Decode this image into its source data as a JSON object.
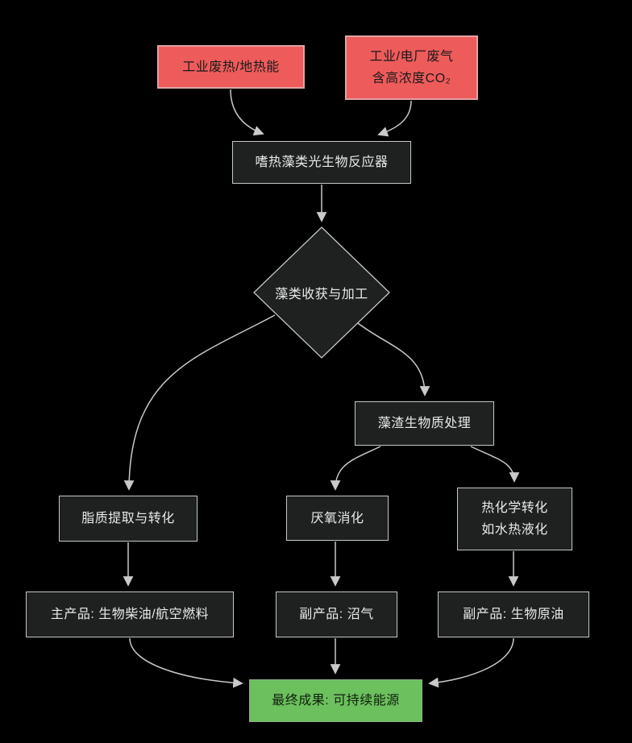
{
  "diagram": {
    "type": "flowchart",
    "direction": "top-down",
    "background_color": "#000000",
    "edge_color": "#c9c9c9",
    "colors": {
      "input_node_fill": "#ee5b5b",
      "input_node_border": "#e2a3a3",
      "input_node_text": "#1a1a1a",
      "process_node_fill": "#1f2121",
      "process_node_border": "#c6c8c8",
      "process_node_text": "#e8eaea",
      "result_node_fill": "#6cc05e",
      "result_node_border": "#8fae8a",
      "result_node_text": "#10200d"
    },
    "nodes": {
      "heat": {
        "label": "工业废热/地热能",
        "shape": "rect",
        "style": "red"
      },
      "fluegas": {
        "line1": "工业/电厂废气",
        "line2": "含高浓度CO₂",
        "shape": "rect",
        "style": "red"
      },
      "pbr": {
        "label": "嗜热藻类光生物反应器",
        "shape": "rect",
        "style": "dark"
      },
      "harvest": {
        "label": "藻类收获与加工",
        "shape": "diamond",
        "style": "dark"
      },
      "residue": {
        "label": "藻渣生物质处理",
        "shape": "rect",
        "style": "dark"
      },
      "lipid": {
        "label": "脂质提取与转化",
        "shape": "rect",
        "style": "dark"
      },
      "anaerobic": {
        "label": "厌氧消化",
        "shape": "rect",
        "style": "dark"
      },
      "thermochem": {
        "line1": "热化学转化",
        "line2": "如水热液化",
        "shape": "rect",
        "style": "dark"
      },
      "main_product": {
        "label": "主产品: 生物柴油/航空燃料",
        "shape": "rect",
        "style": "dark"
      },
      "biogas": {
        "label": "副产品: 沼气",
        "shape": "rect",
        "style": "dark"
      },
      "biocrude": {
        "label": "副产品: 生物原油",
        "shape": "rect",
        "style": "dark"
      },
      "final": {
        "label": "最终成果: 可持续能源",
        "shape": "rect",
        "style": "green"
      }
    },
    "edges": [
      {
        "from": "heat",
        "to": "pbr"
      },
      {
        "from": "fluegas",
        "to": "pbr"
      },
      {
        "from": "pbr",
        "to": "harvest"
      },
      {
        "from": "harvest",
        "to": "lipid"
      },
      {
        "from": "harvest",
        "to": "residue"
      },
      {
        "from": "residue",
        "to": "anaerobic"
      },
      {
        "from": "residue",
        "to": "thermochem"
      },
      {
        "from": "lipid",
        "to": "main_product"
      },
      {
        "from": "anaerobic",
        "to": "biogas"
      },
      {
        "from": "thermochem",
        "to": "biocrude"
      },
      {
        "from": "main_product",
        "to": "final"
      },
      {
        "from": "biogas",
        "to": "final"
      },
      {
        "from": "biocrude",
        "to": "final"
      }
    ]
  }
}
